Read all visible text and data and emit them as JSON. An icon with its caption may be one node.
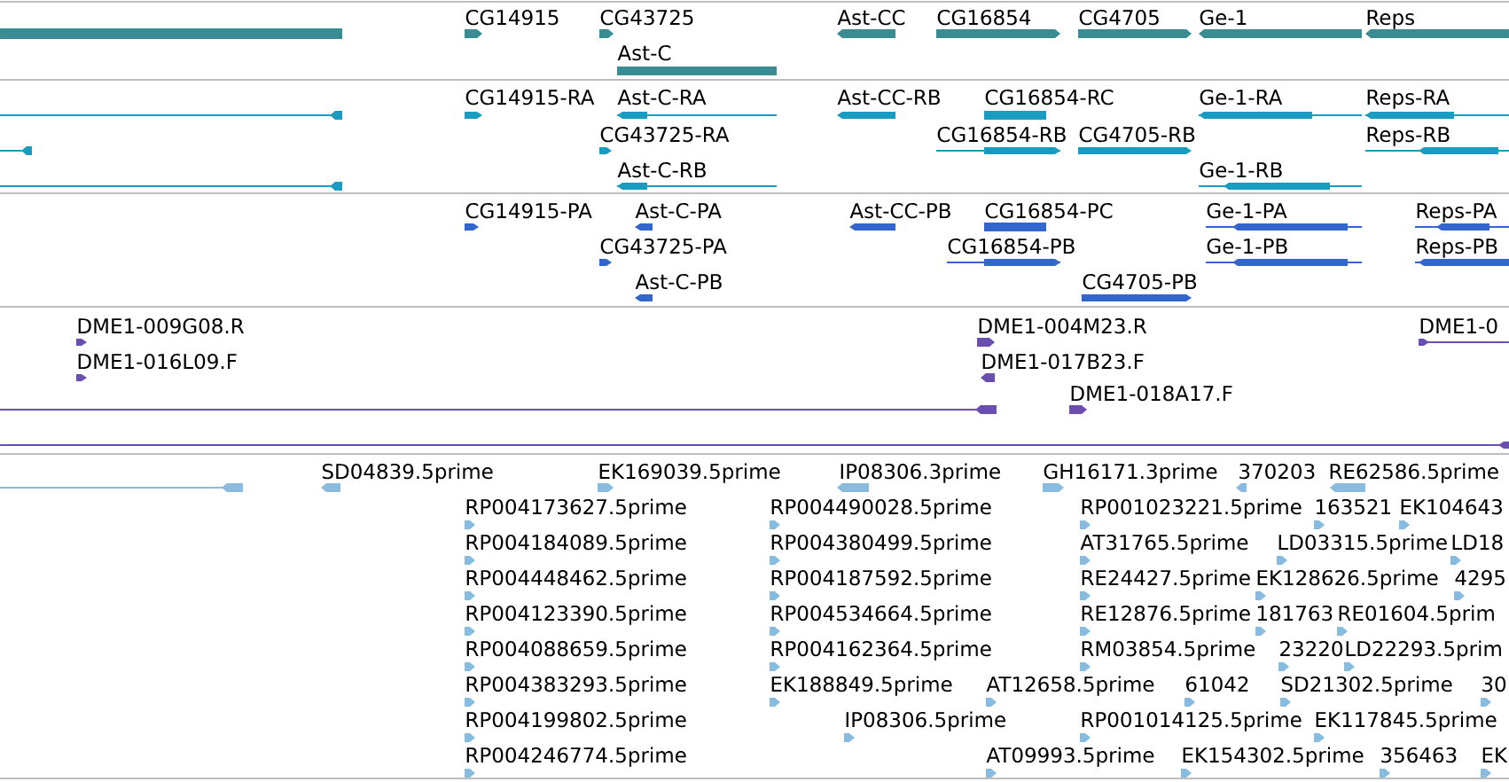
{
  "diagram": {
    "labels": [
      "CG14915",
      "CG43725",
      "Ast-CC",
      "CG16854",
      "CG4705",
      "Ge-1",
      "Reps",
      "Ast-C",
      "CG14915-RA",
      "Ast-C-RA",
      "Ast-CC-RB",
      "CG16854-RC",
      "Ge-1-RA",
      "Reps-RA",
      "CG43725-RA",
      "CG16854-RB",
      "CG4705-RB",
      "Reps-RB",
      "Ast-C-RB",
      "Ge-1-RB",
      "CG14915-PA",
      "Ast-C-PA",
      "Ast-CC-PB",
      "CG16854-PC",
      "Ge-1-PA",
      "Reps-PA",
      "CG43725-PA",
      "CG16854-PB",
      "Ge-1-PB",
      "Reps-PB",
      "Ast-C-PB",
      "CG4705-PB",
      "DME1-009G08.R",
      "DME1-004M23.R",
      "DME1-0",
      "DME1-016L09.F",
      "DME1-017B23.F",
      "DME1-018A17.F",
      "SD04839.5prime",
      "EK169039.5prime",
      "IP08306.3prime",
      "GH16171.3prime",
      "370203",
      "RE62586.5prime",
      "RP004173627.5prime",
      "RP004490028.5prime",
      "RP001023221.5prime",
      "163521",
      "EK104643",
      "RP004184089.5prime",
      "RP004380499.5prime",
      "AT31765.5prime",
      "LD03315.5prime",
      "LD18",
      "RP004448462.5prime",
      "RP004187592.5prime",
      "RE24427.5prime",
      "EK128626.5prime",
      "4295",
      "RP004123390.5prime",
      "RP004534664.5prime",
      "RE12876.5prime",
      "181763",
      "RE01604.5prim",
      "RP004088659.5prime",
      "RP004162364.5prime",
      "RM03854.5prime",
      "23220",
      "LD22293.5prim",
      "RP004383293.5prime",
      "EK188849.5prime",
      "AT12658.5prime",
      "61042",
      "SD21302.5prime",
      "30",
      "RP004199802.5prime",
      "IP08306.5prime",
      "RP001014125.5prime",
      "EK117845.5prime",
      "RP004246774.5prime",
      "AT09993.5prime",
      "EK154302.5prime",
      "356463",
      "EK"
    ]
  }
}
